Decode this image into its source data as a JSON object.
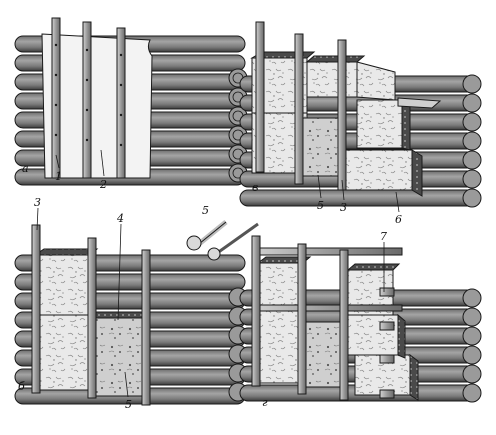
{
  "panels": {
    "a": "а",
    "b": "б",
    "v": "в",
    "g": "г"
  },
  "callouts": {
    "c1": "1",
    "c2": "2",
    "c3a": "3",
    "c3b": "3",
    "c4": "4",
    "c5a": "5",
    "c5b": "5",
    "c5c": "5",
    "c6": "6",
    "c7": "7"
  },
  "colors": {
    "line": "#1a1a1a",
    "log_fill": "#8c8c8c",
    "log_dark": "#5a5a5a",
    "insulation": "#e6e6e6",
    "membrane": "#f2f2f2",
    "lath": "#b8b8b8"
  }
}
